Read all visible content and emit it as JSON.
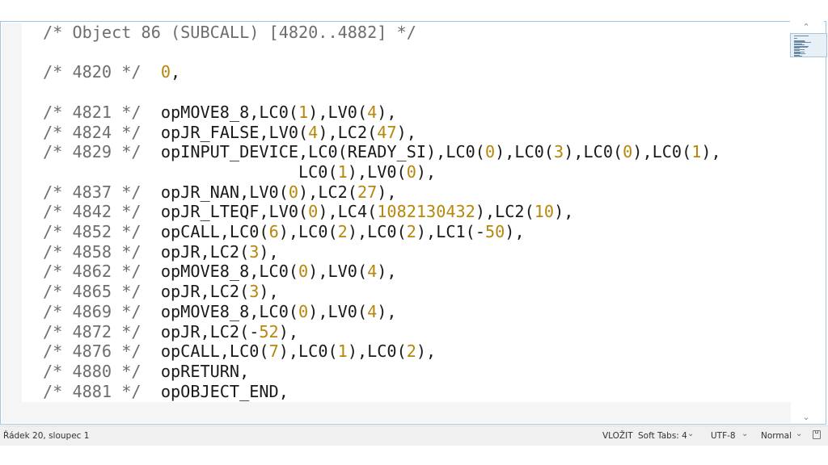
{
  "editor": {
    "lines": [
      [
        [
          "c",
          "/* Object 86 (SUBCALL) [4820..4882] */"
        ]
      ],
      [],
      [
        [
          "c",
          "/* 4820 */  "
        ],
        [
          "n",
          "0"
        ],
        [
          "t",
          ","
        ]
      ],
      [],
      [
        [
          "c",
          "/* 4821 */  "
        ],
        [
          "t",
          "opMOVE8_8,LC0("
        ],
        [
          "n",
          "1"
        ],
        [
          "t",
          "),LV0("
        ],
        [
          "n",
          "4"
        ],
        [
          "t",
          "),"
        ]
      ],
      [
        [
          "c",
          "/* 4824 */  "
        ],
        [
          "t",
          "opJR_FALSE,LV0("
        ],
        [
          "n",
          "4"
        ],
        [
          "t",
          "),LC2("
        ],
        [
          "n",
          "47"
        ],
        [
          "t",
          "),"
        ]
      ],
      [
        [
          "c",
          "/* 4829 */  "
        ],
        [
          "t",
          "opINPUT_DEVICE,LC0(READY_SI),LC0("
        ],
        [
          "n",
          "0"
        ],
        [
          "t",
          "),LC0("
        ],
        [
          "n",
          "3"
        ],
        [
          "t",
          "),LC0("
        ],
        [
          "n",
          "0"
        ],
        [
          "t",
          "),LC0("
        ],
        [
          "n",
          "1"
        ],
        [
          "t",
          "),"
        ]
      ],
      [
        [
          "t",
          "                          LC0("
        ],
        [
          "n",
          "1"
        ],
        [
          "t",
          "),LV0("
        ],
        [
          "n",
          "0"
        ],
        [
          "t",
          "),"
        ]
      ],
      [
        [
          "c",
          "/* 4837 */  "
        ],
        [
          "t",
          "opJR_NAN,LV0("
        ],
        [
          "n",
          "0"
        ],
        [
          "t",
          "),LC2("
        ],
        [
          "n",
          "27"
        ],
        [
          "t",
          "),"
        ]
      ],
      [
        [
          "c",
          "/* 4842 */  "
        ],
        [
          "t",
          "opJR_LTEQF,LV0("
        ],
        [
          "n",
          "0"
        ],
        [
          "t",
          "),LC4("
        ],
        [
          "n",
          "1082130432"
        ],
        [
          "t",
          "),LC2("
        ],
        [
          "n",
          "10"
        ],
        [
          "t",
          "),"
        ]
      ],
      [
        [
          "c",
          "/* 4852 */  "
        ],
        [
          "t",
          "opCALL,LC0("
        ],
        [
          "n",
          "6"
        ],
        [
          "t",
          "),LC0("
        ],
        [
          "n",
          "2"
        ],
        [
          "t",
          "),LC0("
        ],
        [
          "n",
          "2"
        ],
        [
          "t",
          "),LC1(-"
        ],
        [
          "n",
          "50"
        ],
        [
          "t",
          "),"
        ]
      ],
      [
        [
          "c",
          "/* 4858 */  "
        ],
        [
          "t",
          "opJR,LC2("
        ],
        [
          "n",
          "3"
        ],
        [
          "t",
          "),"
        ]
      ],
      [
        [
          "c",
          "/* 4862 */  "
        ],
        [
          "t",
          "opMOVE8_8,LC0("
        ],
        [
          "n",
          "0"
        ],
        [
          "t",
          "),LV0("
        ],
        [
          "n",
          "4"
        ],
        [
          "t",
          "),"
        ]
      ],
      [
        [
          "c",
          "/* 4865 */  "
        ],
        [
          "t",
          "opJR,LC2("
        ],
        [
          "n",
          "3"
        ],
        [
          "t",
          "),"
        ]
      ],
      [
        [
          "c",
          "/* 4869 */  "
        ],
        [
          "t",
          "opMOVE8_8,LC0("
        ],
        [
          "n",
          "0"
        ],
        [
          "t",
          "),LV0("
        ],
        [
          "n",
          "4"
        ],
        [
          "t",
          "),"
        ]
      ],
      [
        [
          "c",
          "/* 4872 */  "
        ],
        [
          "t",
          "opJR,LC2(-"
        ],
        [
          "n",
          "52"
        ],
        [
          "t",
          "),"
        ]
      ],
      [
        [
          "c",
          "/* 4876 */  "
        ],
        [
          "t",
          "opCALL,LC0("
        ],
        [
          "n",
          "7"
        ],
        [
          "t",
          "),LC0("
        ],
        [
          "n",
          "1"
        ],
        [
          "t",
          "),LC0("
        ],
        [
          "n",
          "2"
        ],
        [
          "t",
          "),"
        ]
      ],
      [
        [
          "c",
          "/* 4880 */  "
        ],
        [
          "t",
          "opRETURN,"
        ]
      ],
      [
        [
          "c",
          "/* 4881 */  "
        ],
        [
          "t",
          "opOBJECT_END,"
        ]
      ]
    ],
    "colors": {
      "comment": "#6e6e6e",
      "number": "#b8860b",
      "text": "#1a1a1a"
    }
  },
  "scrollbar": {
    "up_icon": "chevron-up-icon",
    "down_icon": "chevron-down-icon"
  },
  "statusbar": {
    "position": "Řádek 20, sloupec 1",
    "insert_mode": "VLOŽIT",
    "tabs": "Soft Tabs: 4",
    "encoding": "UTF-8",
    "view_mode": "Normal",
    "save_icon": "save-icon"
  }
}
